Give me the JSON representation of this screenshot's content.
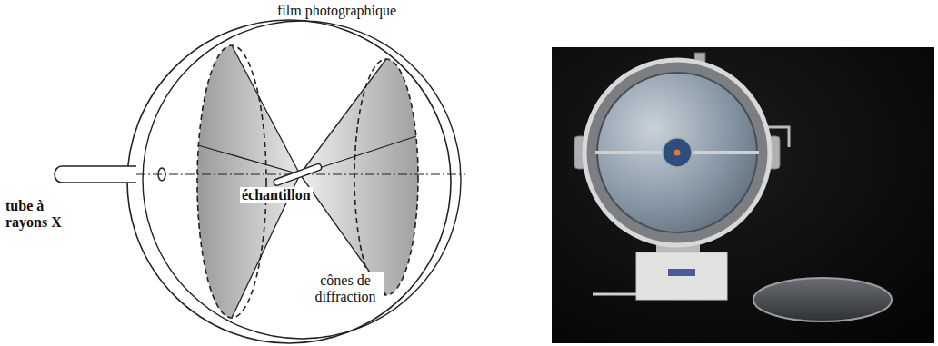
{
  "diagram": {
    "labels": [
      "film photographique",
      "tube à rayons X",
      "échantillon",
      "cônes de diffraction"
    ]
  }
}
